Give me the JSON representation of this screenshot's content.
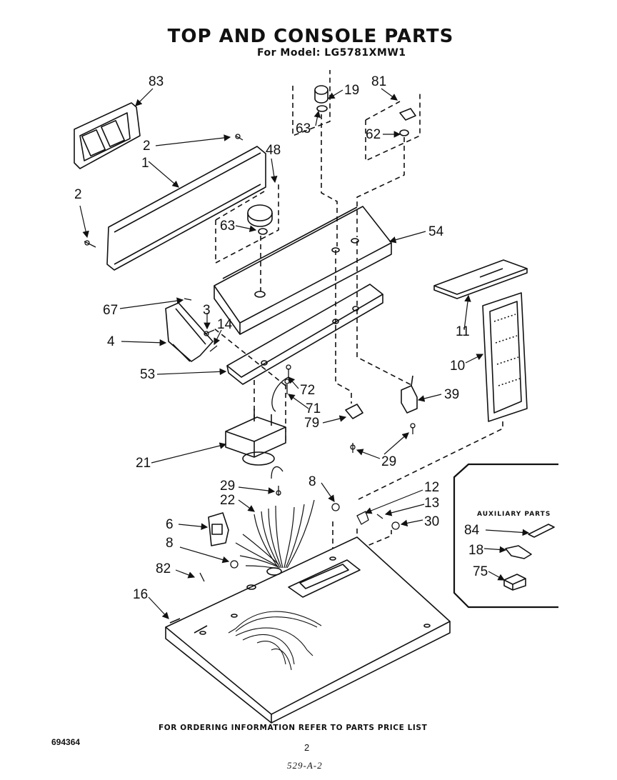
{
  "page": {
    "title": "TOP AND CONSOLE PARTS",
    "subtitle": "For Model: LG5781XMW1",
    "footer_note": "FOR ORDERING INFORMATION REFER TO PARTS PRICE LIST",
    "doc_number": "694364",
    "page_number": "2",
    "page_ref": "529-A-2"
  },
  "auxiliary": {
    "heading": "AUXILIARY PARTS"
  },
  "callouts": {
    "c83": "83",
    "c2a": "2",
    "c1": "1",
    "c48": "48",
    "c2b": "2",
    "c63a": "63",
    "c63b": "63",
    "c19": "19",
    "c81": "81",
    "c62": "62",
    "c54": "54",
    "c67": "67",
    "c3": "3",
    "c14": "14",
    "c4": "4",
    "c11": "11",
    "c10": "10",
    "c53": "53",
    "c72": "72",
    "c71": "71",
    "c39": "39",
    "c79": "79",
    "c29a": "29",
    "c21": "21",
    "c29b": "29",
    "c22": "22",
    "c8a": "8",
    "c12": "12",
    "c13": "13",
    "c30": "30",
    "c6": "6",
    "c8b": "8",
    "c82": "82",
    "c16": "16",
    "c84": "84",
    "c18": "18",
    "c75": "75"
  }
}
